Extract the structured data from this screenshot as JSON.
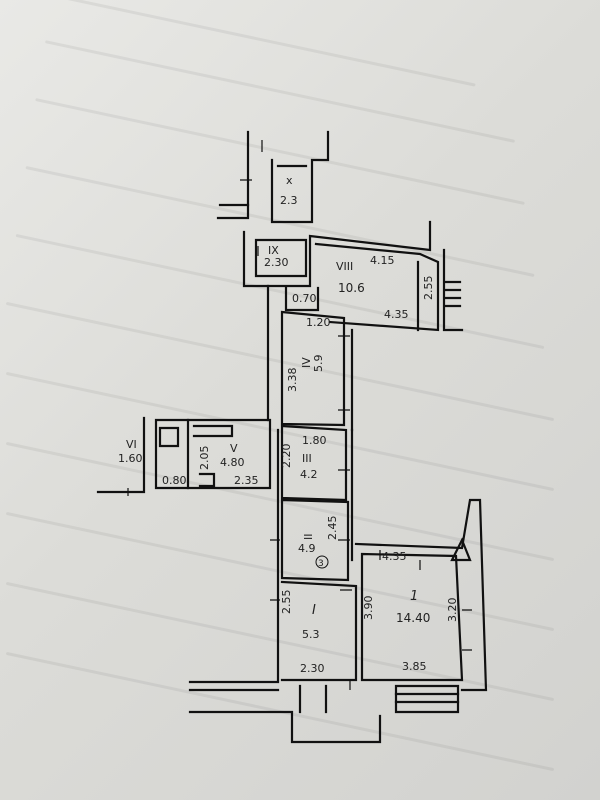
{
  "rooms": [
    {
      "id": "x",
      "roman": "x",
      "area": "2.3"
    },
    {
      "id": "ix",
      "roman": "IX",
      "area": "2.30"
    },
    {
      "id": "viii",
      "roman": "VIII",
      "area": "10.6"
    },
    {
      "id": "small",
      "area": "0.70"
    },
    {
      "id": "iv",
      "roman": "IV",
      "area": "5.9"
    },
    {
      "id": "iii",
      "roman": "III",
      "area": "4.2"
    },
    {
      "id": "ii",
      "roman": "II",
      "area": "4.9"
    },
    {
      "id": "v",
      "roman": "V",
      "area": "4.80"
    },
    {
      "id": "vi",
      "roman": "VI",
      "area": "1.60"
    },
    {
      "id": "i2",
      "roman": "I",
      "area": "5.3"
    },
    {
      "id": "r1",
      "roman": "1",
      "area": "14.40"
    }
  ],
  "dimensions": {
    "d415": "4.15",
    "d255": "2.55",
    "d435": "4.35",
    "d120": "1.20",
    "d338": "3.38",
    "d180": "1.80",
    "d220": "2.20",
    "d205": "2.05",
    "d080": "0.80",
    "d235": "2.35",
    "d245": "2.45",
    "d4435": "4.35",
    "d390": "3.90",
    "d320": "3.20",
    "d255b": "2.55",
    "d230": "2.30",
    "d385": "3.85",
    "circled": "3"
  }
}
